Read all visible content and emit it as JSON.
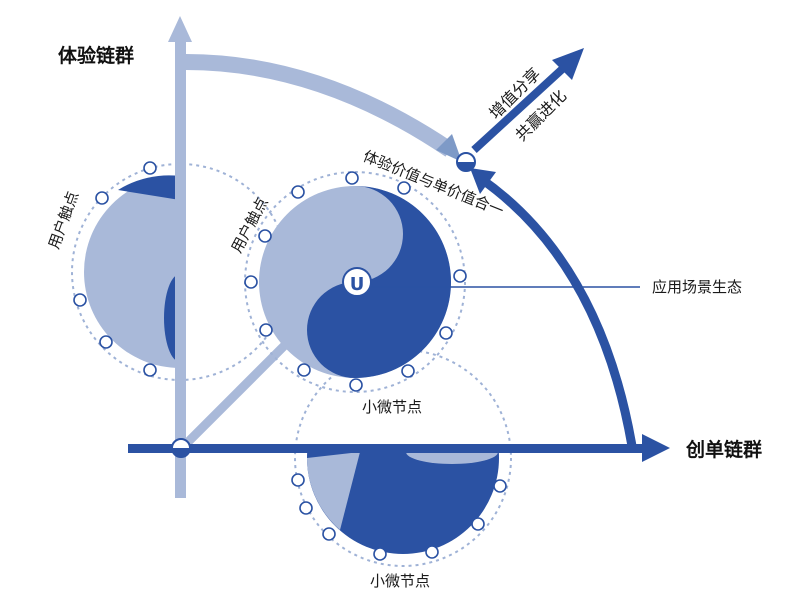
{
  "labels": {
    "experience_chain": "体验链群",
    "create_order_chain": "创单链群",
    "value_share": "增值分享",
    "win_win_evolution": "共赢进化",
    "value_unity": "体验价值与单价值合一",
    "user_touchpoint_left": "用户触点",
    "user_touchpoint_center": "用户触点",
    "micro_node_center": "小微节点",
    "micro_node_bottom": "小微节点",
    "app_scenario_ecology": "应用场景生态",
    "logo_text": "U"
  },
  "colors": {
    "dark_blue": "#2b52a3",
    "light_blue": "#a9b9d9",
    "mid_blue": "#7e9ac7",
    "dotted_ring": "#9fb2d6",
    "node_stroke": "#2b52a3"
  }
}
